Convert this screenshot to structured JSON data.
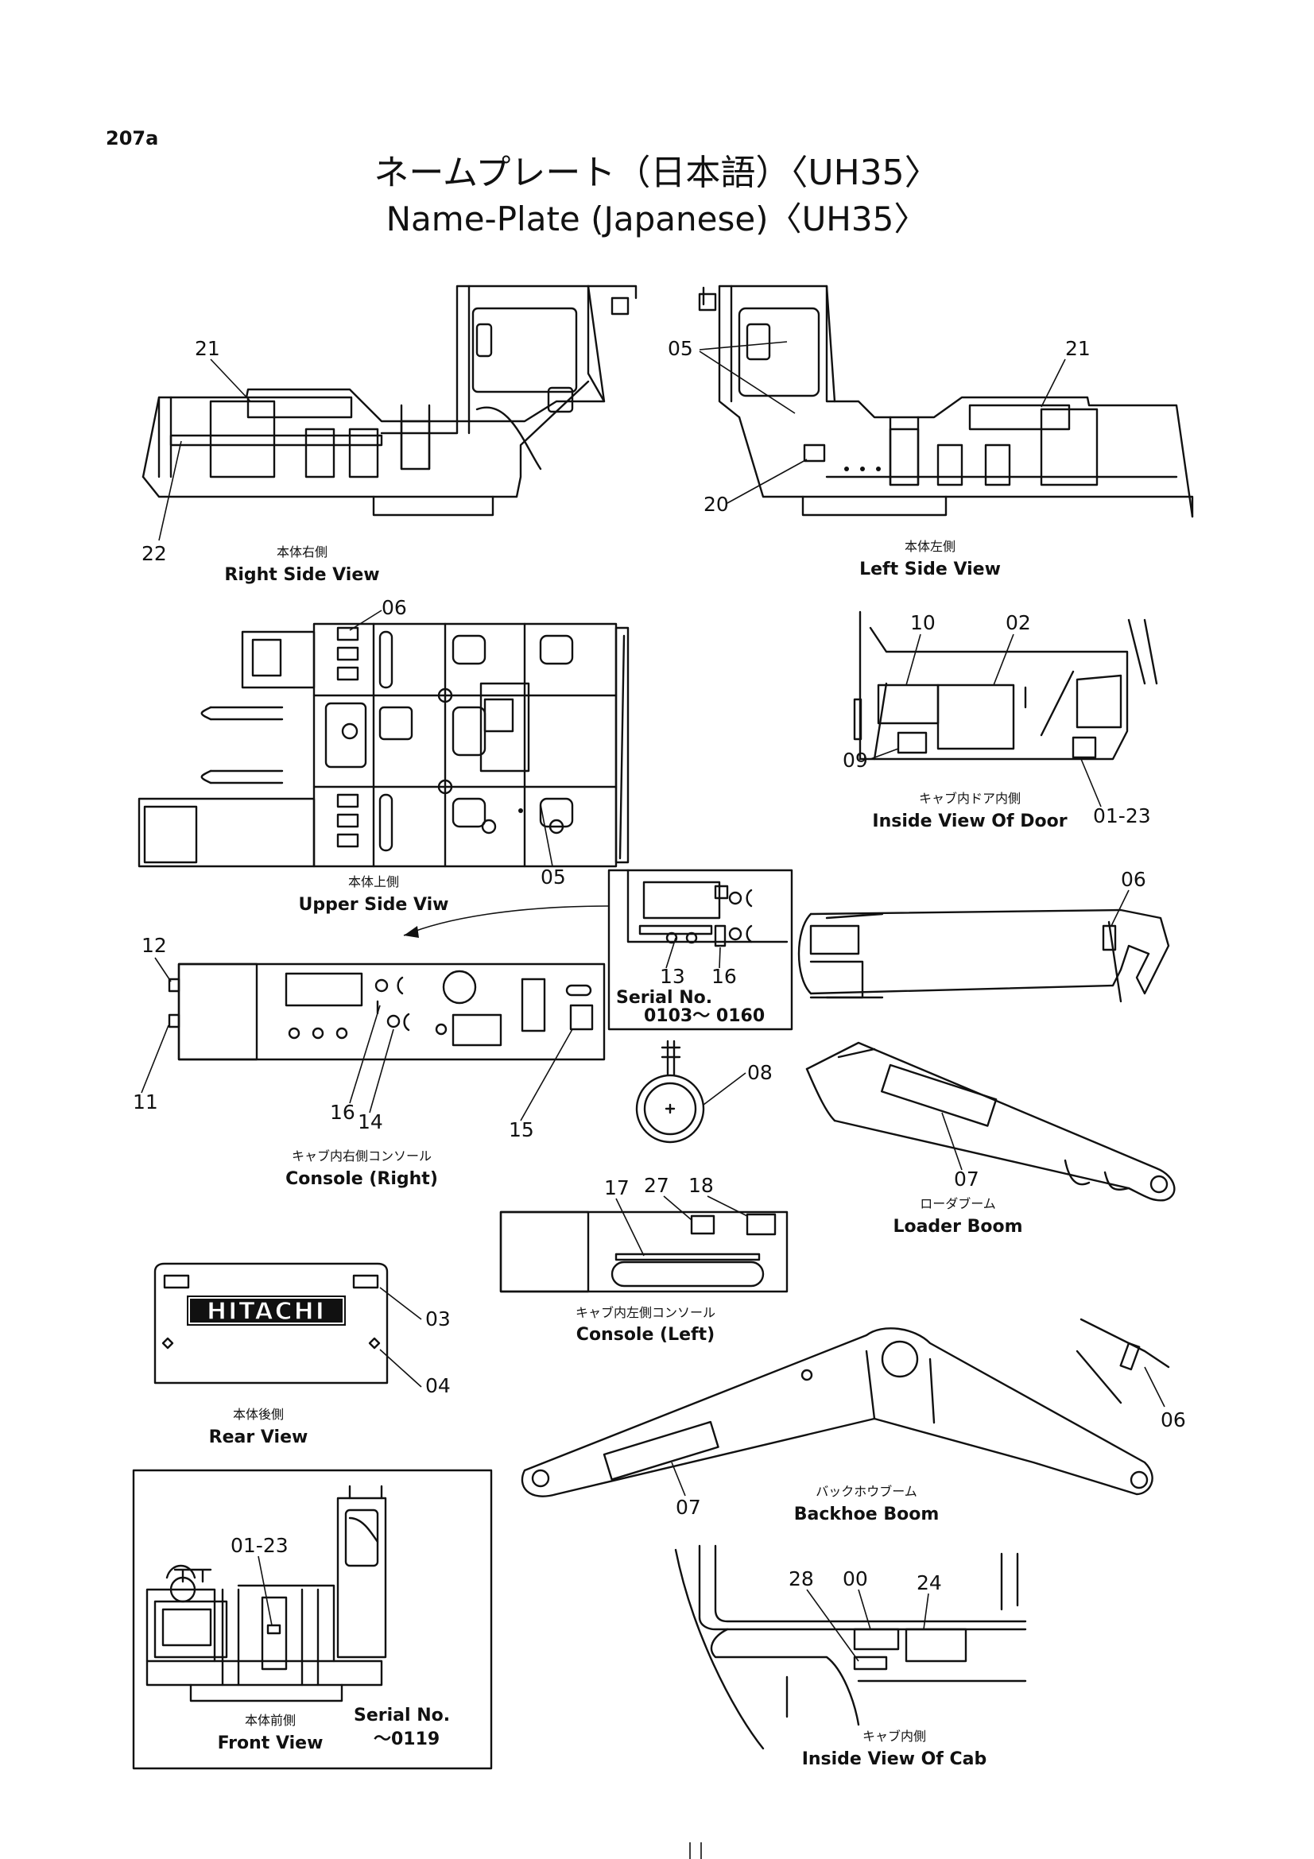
{
  "page_number": "207a",
  "title_jp": "ネームプレート（日本語）〈UH35〉",
  "title_en": "Name-Plate (Japanese)〈UH35〉",
  "logo_text": "HITACHI",
  "views": {
    "right_side": {
      "jp": "本体右側",
      "en": "Right Side View"
    },
    "left_side": {
      "jp": "本体左側",
      "en": "Left Side View"
    },
    "upper_side": {
      "jp": "本体上側",
      "en": "Upper Side Viw"
    },
    "inside_door": {
      "jp": "キャブ内ドア内側",
      "en": "Inside View Of Door"
    },
    "console_right": {
      "jp": "キャブ内右側コンソール",
      "en": "Console (Right)"
    },
    "loader_boom": {
      "jp": "ローダブーム",
      "en": "Loader Boom"
    },
    "console_left": {
      "jp": "キャブ内左側コンソール",
      "en": "Console (Left)"
    },
    "rear": {
      "jp": "本体後側",
      "en": "Rear View"
    },
    "backhoe_boom": {
      "jp": "バックホウブーム",
      "en": "Backhoe Boom"
    },
    "front": {
      "jp": "本体前側",
      "en": "Front View"
    },
    "inside_cab": {
      "jp": "キャブ内側",
      "en": "Inside View Of Cab"
    }
  },
  "serial_inset": {
    "label": "Serial No.",
    "range": "0103〜 0160"
  },
  "serial_front": {
    "label": "Serial No.",
    "range": "〜0119"
  },
  "part_labels": {
    "p21a": "21",
    "p22": "22",
    "p05a": "05",
    "p21b": "21",
    "p20": "20",
    "p06a": "06",
    "p05b": "05",
    "p10": "10",
    "p02": "02",
    "p09": "09",
    "p0123a": "01-23",
    "p12": "12",
    "p11": "11",
    "p13": "13",
    "p16a": "16",
    "p06b": "06",
    "p16b": "16",
    "p14": "14",
    "p15": "15",
    "p08": "08",
    "p07a": "07",
    "p17": "17",
    "p27": "27",
    "p18": "18",
    "p03": "03",
    "p04": "04",
    "p06c": "06",
    "p07b": "07",
    "p0123b": "01-23",
    "p28": "28",
    "p00": "00",
    "p24": "24"
  }
}
